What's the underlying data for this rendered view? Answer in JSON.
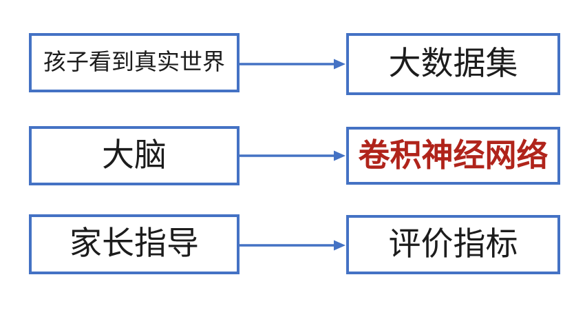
{
  "colors": {
    "box_border": "#4472C4",
    "arrow": "#4472C4",
    "text_default": "#1c1c1c",
    "text_highlight": "#B0241B",
    "background": "#ffffff"
  },
  "diagram": {
    "rows": [
      {
        "left": "孩子看到真实世界",
        "right": "大数据集",
        "highlight_right": false
      },
      {
        "left": "大脑",
        "right": "卷积神经网络",
        "highlight_right": true
      },
      {
        "left": "家长指导",
        "right": "评价指标",
        "highlight_right": false
      }
    ]
  }
}
